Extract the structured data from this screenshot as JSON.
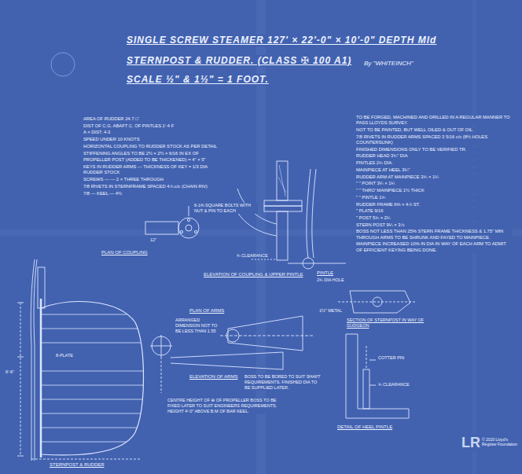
{
  "diagram": {
    "title": "SINGLE SCREW STEAMER 127' × 22'-0\" × 10'-0\" DEPTH Mld",
    "labels": [
      "STERNPOST & RUDDER. (CLASS ✠ 100 A1)",
      "SCALE ½\" & 1½\" = 1 FOOT.",
      "By \"WHITEINCH\"",
      "AREA OF RUDDER   24.7 □'",
      "DIST OF C.G. ABAFT C. OF PINTLES   1'-4 F",
      "A × DIST.   4-3",
      "SPEED UNDER 10 KNOTS",
      "HORIZONTAL COUPLING TO RUDDER STOCK AS PER DETAIL",
      "STIFFENING ANGLES TO BE 2½ × 2½ × 6/16 IN EX OF",
      "PROPELLER POST (ADDED TO BE THICKENED) = 4\" × 5\"",
      "KEYS IN RUDDER ARMS — THICKNESS OF KEY = 1/3 DIA RUDDER STOCK",
      "SCREWS — — 2 × THREE THROUGH",
      "7/8 RIVETS IN STERNFRAME SPACED 4⅞ c/c (CHAIN RIV)",
      "7/8  —  KEEL  —  4½",
      "TO BE FORGED, MACHINED AND DRILLED IN A REGULAR MANNER TO PASS LLOYDS SURVEY.",
      "NOT TO BE PAINTED, BUT WELL OILED & OUT OF OIL.",
      "7/8 RIVETS IN RUDDER ARMS SPACED 3 5/16 c/c (8½ HOLES COUNTERSUNK)",
      "FINISHED DIMENSIONS ONLY TO BE VERIFIED TR.",
      "RUDDER HEAD 3¾\" DIA",
      "PINTLES 2¾ DIA.",
      "MAINPIECE AT HEEL 3¼\"",
      "RUDDER ARM AT MAINPIECE 3¾ × 1¼",
      "\"  \"  POINT  3¼ × 1¼",
      "\"  \"  THRO' MAINPIECE 1½ THICK",
      "\"  \"  PINTLE 1¾",
      "RUDDER FRAME 6⅜ × 4⅞ ST.",
      "\"  PLATE  9/16",
      "\"  POST  5¾ × 2¼",
      "STERN POST 9¼ × 3⅞",
      "BOSS NOT LESS THAN 25% STERN FRAME THICKNESS & 1.75\" MIN THROUGH ARMS TO BE SHRUNK AND FAYED TO MAINPIECE.",
      "MAINPIECE INCREASED 10% IN DIA IN WAY OF EACH ARM TO ADMIT OF EFFICIENT KEYING BEING DONE.",
      "6-1⅜ SQUARE BOLTS WITH NUT & PIN TO EACH",
      "PLAN OF COUPLING",
      "ELEVATION OF COUPLING & UPPER PINTLE",
      "¾ CLEARANCE",
      "PINTLE",
      "2¾ DIA HOLE",
      "PLAN OF ARMS",
      "ELEVATION OF ARMS",
      "ARRANGED DIMENSION NOT TO BE LESS THAN 1.55",
      "BOSS TO BE BORED TO SUIT SHAFT REQUIREMENTS. FINISHED DIA TO BE SUPPLIED LATER.",
      "CENTRE HEIGHT OF ⊕ OF PROPELLER BOSS TO BE FIXED LATER TO SUIT ENGINEERS REQUIREMENTS. HEIGHT 4'-0\" ABOVE B.M OF BAR KEEL.",
      "STERNPOST & RUDDER",
      "SECTION OF STERNPOST IN WAY OF GUDGEON",
      "DETAIL OF HEEL PINTLE",
      "¾ CLEARANCE",
      "COTTER PIN",
      "8-PLATE",
      "6'-6\"",
      "12\"",
      "1½\" METAL",
      "LR",
      "© 2020 Lloyd's Register Foundation"
    ]
  }
}
